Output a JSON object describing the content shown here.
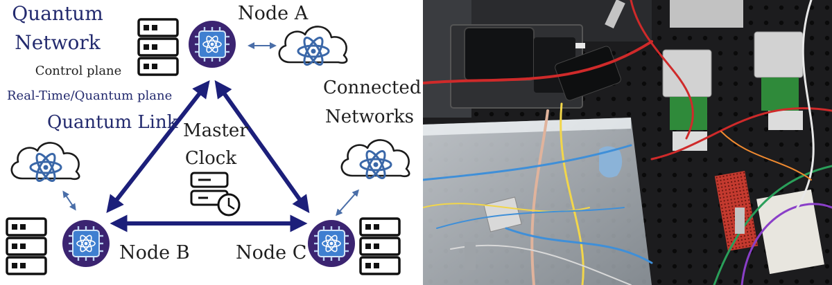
{
  "diagram": {
    "title_line1": "Quantum",
    "title_line2": "Network",
    "control_plane": "Control plane",
    "realtime_plane": "Real-Time/Quantum plane",
    "quantum_link": "Quantum Link",
    "master_clock_line1": "Master",
    "master_clock_line2": "Clock",
    "connected_line1": "Connected",
    "connected_line2": "Networks",
    "node_a": "Node A",
    "node_b": "Node B",
    "node_c": "Node C",
    "colors": {
      "navy": "#232a6e",
      "node_purple": "#3b2471",
      "chip_blue": "#3f7fd0",
      "cloud_atom": "#3a67a8"
    }
  },
  "photo": {
    "icons": [
      "lab-breadboard-photo"
    ]
  }
}
